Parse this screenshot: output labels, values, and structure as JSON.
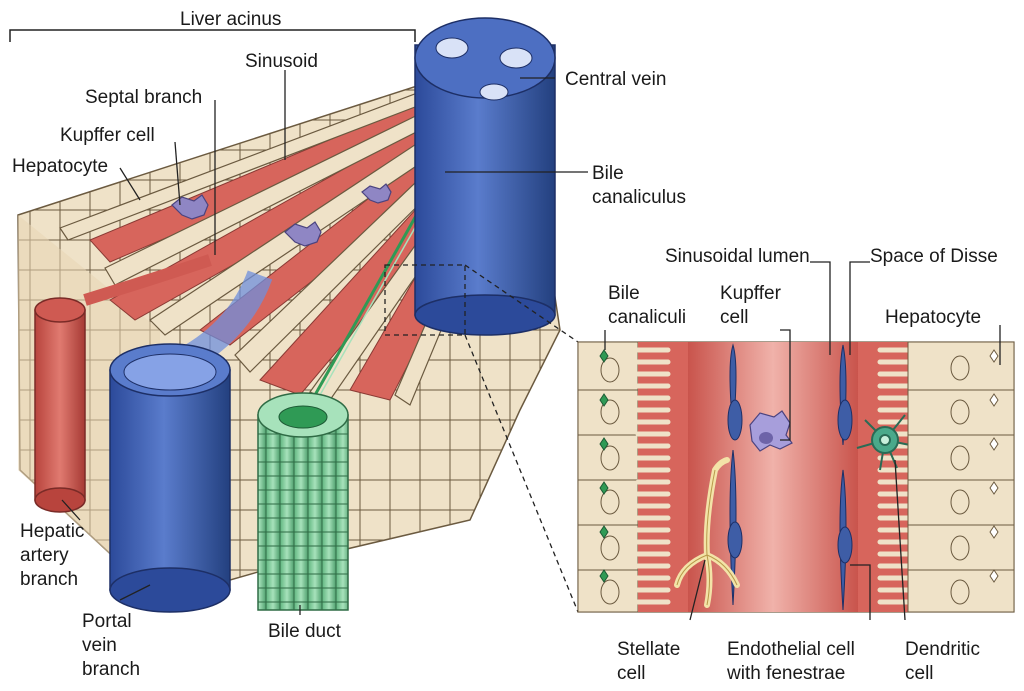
{
  "labels": {
    "liver_acinus": "Liver acinus",
    "sinusoid": "Sinusoid",
    "central_vein": "Central vein",
    "septal_branch": "Septal branch",
    "kupffer_cell": "Kupffer cell",
    "hepatocyte_left": "Hepatocyte",
    "bile_canaliculus": [
      "Bile",
      "canaliculus"
    ],
    "sinusoidal_lumen": "Sinusoidal lumen",
    "space_of_disse": "Space of Disse",
    "bile_canaliculi": [
      "Bile",
      "canaliculi"
    ],
    "kupffer_cell_detail": [
      "Kupffer",
      "cell"
    ],
    "hepatocyte_right": "Hepatocyte",
    "hepatic_artery_branch": [
      "Hepatic",
      "artery",
      "branch"
    ],
    "portal_vein_branch": [
      "Portal",
      "vein",
      "branch"
    ],
    "bile_duct": "Bile duct",
    "stellate_cell": [
      "Stellate",
      "cell"
    ],
    "endothelial_cell": [
      "Endothelial cell",
      "with fenestrae"
    ],
    "dendritic_cell": [
      "Dendritic",
      "cell"
    ]
  },
  "colors": {
    "hepatocyte": "#efe2c8",
    "hepatocyte_outline": "#6b5a40",
    "sinusoid": "#d7655c",
    "sinusoid_light": "#ecaaa2",
    "portal_vein": "#3f5fb0",
    "hepatic_artery": "#cf5a52",
    "bile_duct": "#7fcf9c",
    "bile_green": "#2f9a55",
    "kupffer": "#8f86c4",
    "stellate": "#f3e3a8",
    "dendritic": "#4aa98a",
    "endothelial": "#3e5da6"
  }
}
